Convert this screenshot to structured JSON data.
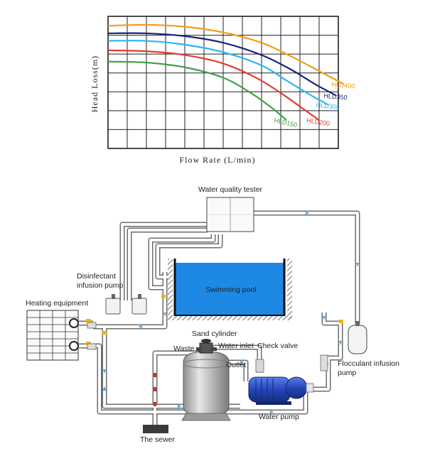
{
  "chart_data": {
    "type": "line",
    "title": "",
    "xlabel": "Flow Rate (L/min)",
    "ylabel": "Head Loss(m)",
    "xlim": [
      0,
      12
    ],
    "ylim": [
      0,
      7
    ],
    "grid": true,
    "legend": "none",
    "series": [
      {
        "name": "HLD400",
        "color": "#f39c12",
        "x": [
          0,
          2,
          4,
          6,
          8,
          9.5,
          11,
          12.3
        ],
        "y": [
          6.5,
          6.55,
          6.45,
          6.15,
          5.6,
          4.9,
          4.1,
          3.4
        ]
      },
      {
        "name": "HLD350",
        "color": "#1a237e",
        "x": [
          0,
          2,
          4,
          6,
          8,
          9.5,
          10.8,
          11.9
        ],
        "y": [
          6.1,
          6.1,
          5.95,
          5.6,
          4.95,
          4.2,
          3.4,
          2.8
        ]
      },
      {
        "name": "HLD300",
        "color": "#29b6f6",
        "x": [
          0,
          2,
          4,
          6,
          8,
          9.3,
          10.6,
          11.5
        ],
        "y": [
          5.7,
          5.7,
          5.5,
          5.1,
          4.4,
          3.6,
          2.8,
          2.3
        ]
      },
      {
        "name": "HLD200",
        "color": "#e53935",
        "x": [
          0,
          2,
          4,
          6,
          7.8,
          9.2,
          10.3,
          11.0
        ],
        "y": [
          5.2,
          5.15,
          4.95,
          4.5,
          3.7,
          2.8,
          2.0,
          1.5
        ]
      },
      {
        "name": "HLD150",
        "color": "#43a047",
        "x": [
          0,
          2,
          4,
          6,
          7.5,
          8.6,
          9.3
        ],
        "y": [
          4.6,
          4.55,
          4.3,
          3.75,
          2.9,
          2.1,
          1.5
        ]
      }
    ]
  },
  "diagram": {
    "labels": {
      "tester": "Water quality tester",
      "disinfectant_1": "Disinfectant",
      "disinfectant_2": "infusion pump",
      "heating": "Heating equipment",
      "pool": "Swimming pool",
      "sand": "Sand cylinder",
      "waste": "Waste",
      "inlet": "Water inlet",
      "check": "Check valve",
      "outlet": "Outlet",
      "flocculant_1": "Flocculant infusion",
      "flocculant_2": "pump",
      "pump": "Water pump",
      "sewer": "The sewer"
    },
    "colors": {
      "pool": "#1e88e5",
      "pipe": "#ffffff",
      "pipe_edge": "#6d6d6d",
      "pump": "#2f56c4",
      "arrow": "#4fa3e0",
      "waste_arrow": "#d32f2f",
      "valve": "#f2b400"
    }
  }
}
